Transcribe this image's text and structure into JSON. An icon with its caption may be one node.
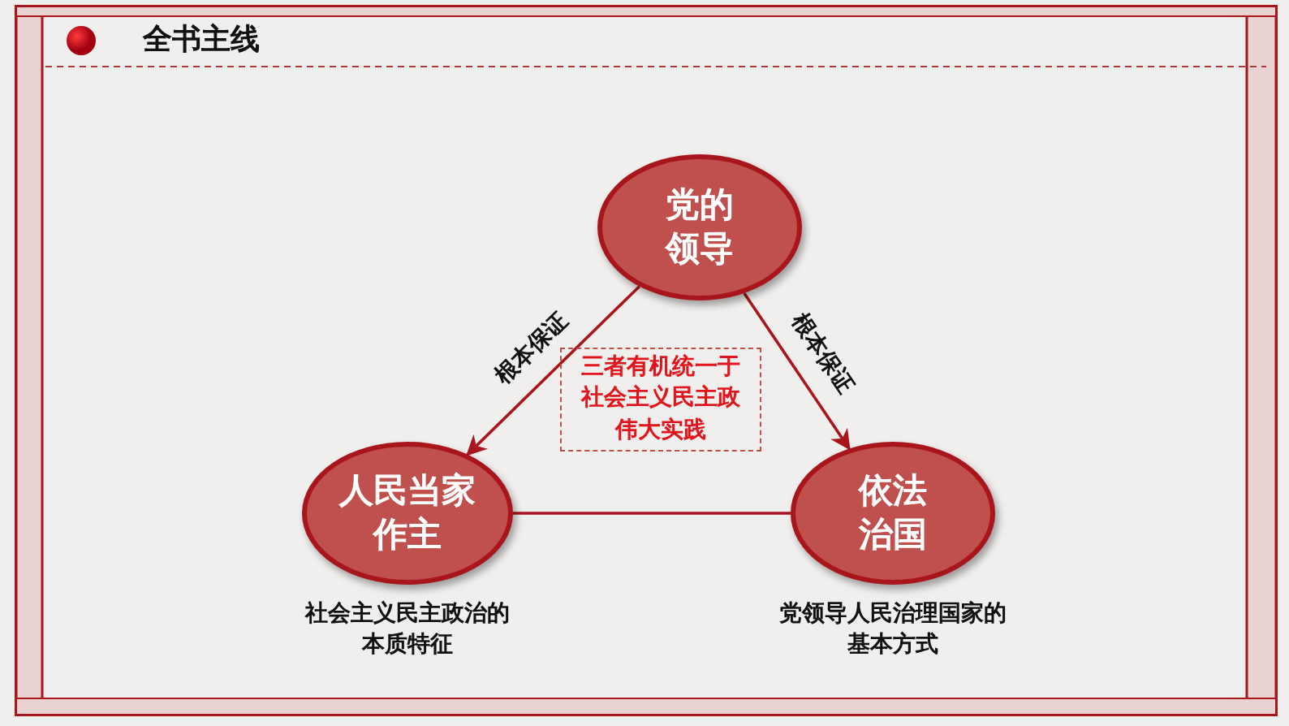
{
  "diagram": {
    "title": "全书主线",
    "nodes": [
      {
        "text": [
          "党的领导"
        ]
      },
      {
        "text": [
          "人民当家作主"
        ],
        "beside": [
          "社会主义民主政治的本质特征"
        ]
      },
      {
        "text": [
          "依法治国"
        ],
        "beside": [
          "党领导人民治理国家的基本方式"
        ]
      },
      {
        "text": [
          "三者有机统一于社会主义民主政伟大实践"
        ]
      }
    ],
    "edges": [
      {
        "from": 0,
        "to": 1,
        "arrow": "to",
        "label": "根本保证"
      },
      {
        "from": 0,
        "to": 2,
        "arrow": "to",
        "label": "根本保证"
      },
      {
        "from": 1,
        "to": 2,
        "arrow": "none"
      }
    ]
  }
}
